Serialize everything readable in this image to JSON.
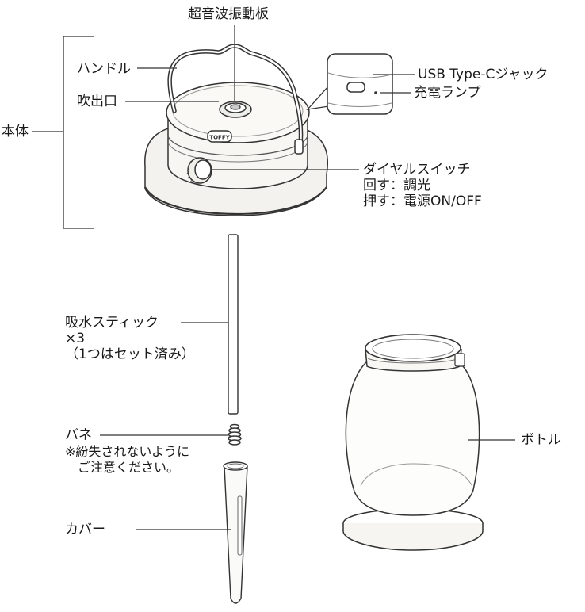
{
  "labels": {
    "vibration_plate": "超音波振動板",
    "handle": "ハンドル",
    "outlet": "吹出口",
    "body": "本体",
    "usb_jack": "USB Type-Cジャック",
    "charge_lamp": "充電ランプ",
    "dial_switch": {
      "title": "ダイヤルスイッチ",
      "turn": "回す：調光",
      "press": "押す：電源ON/OFF"
    },
    "stick": {
      "name": "吸水スティック",
      "count": "×3",
      "note": "（1つはセット済み）"
    },
    "spring": {
      "name": "バネ",
      "warning_1": "※紛失されないように",
      "warning_2": "ご注意ください。"
    },
    "cover": "カバー",
    "bottle": "ボトル"
  },
  "product_badge": "TOFFY"
}
